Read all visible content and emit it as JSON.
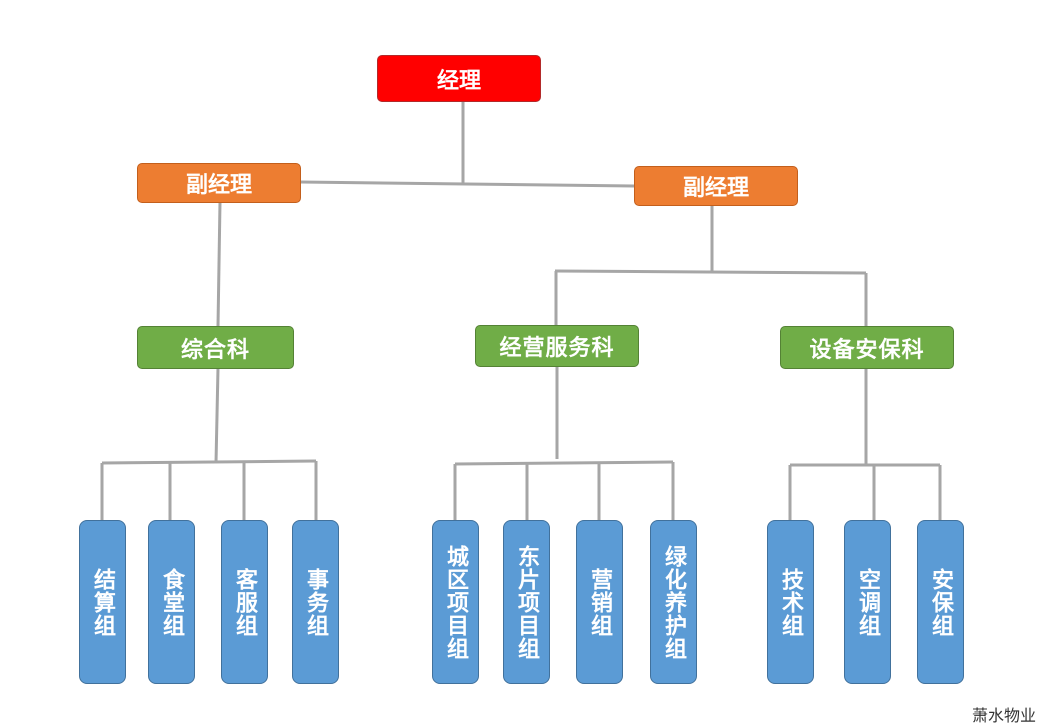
{
  "colors": {
    "top": "#ff0000",
    "deputy": "#ed7d31",
    "department": "#70ad47",
    "group": "#5b9bd5",
    "connector": "#a6a6a6"
  },
  "chart": {
    "manager": "经理",
    "deputy_left": "副经理",
    "deputy_right": "副经理",
    "departments": [
      "综合科",
      "经营服务科",
      "设备安保科"
    ],
    "groups": {
      "comprehensive": [
        "结算组",
        "食堂组",
        "客服组",
        "事务组"
      ],
      "operations": [
        "城区项目组",
        "东片项目组",
        "营销组",
        "绿化养护组"
      ],
      "security": [
        "技术组",
        "空调组",
        "安保组"
      ]
    }
  },
  "watermark": "萧水物业"
}
